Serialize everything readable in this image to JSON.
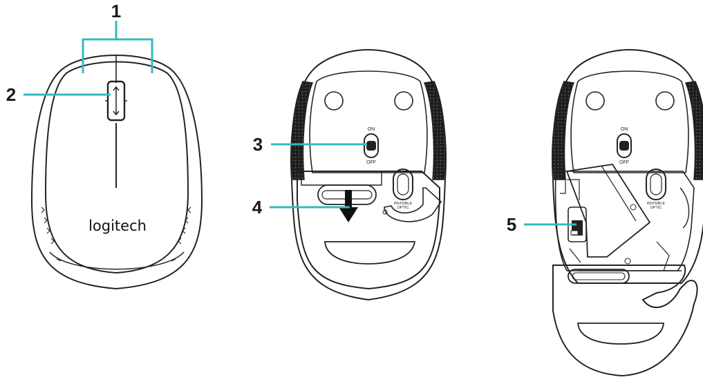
{
  "colors": {
    "callout_line": "#35b9bd",
    "outline": "#222222",
    "grip": "#1e1e1e",
    "background": "#ffffff"
  },
  "brand": {
    "logo": "logitech"
  },
  "callouts": [
    {
      "number": "1",
      "meaning": "mouse-buttons"
    },
    {
      "number": "2",
      "meaning": "scroll-wheel"
    },
    {
      "number": "3",
      "meaning": "on-off-switch"
    },
    {
      "number": "4",
      "meaning": "battery-door-release"
    },
    {
      "number": "5",
      "meaning": "receiver-storage"
    }
  ],
  "bottom_labels": {
    "switch_on": "ON",
    "switch_off": "OFF",
    "sensor_line1": "INVISIBLE",
    "sensor_line2": "OPTIC"
  },
  "icons": {
    "scroll": "updown-arrow-icon",
    "release": "down-arrow-icon"
  }
}
